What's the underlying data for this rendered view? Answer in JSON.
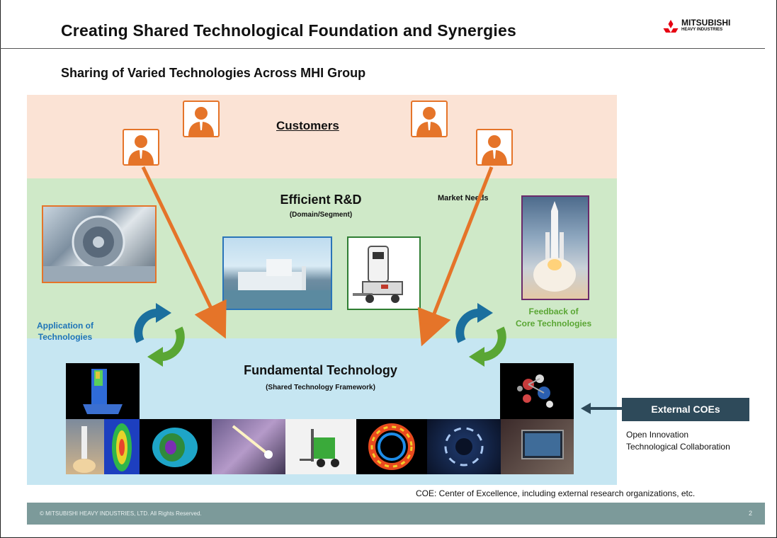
{
  "slide": {
    "title": "Creating Shared Technological Foundation and Synergies",
    "subtitle": "Sharing of Varied Technologies Across MHI Group"
  },
  "logo": {
    "name": "MITSUBISHI",
    "sub": "HEAVY INDUSTRIES",
    "color": "#e60012"
  },
  "diagram": {
    "customers_label": "Customers",
    "rd_title": "Efficient R&D",
    "rd_sub": "(Domain/Segment)",
    "market_needs": "Market Needs",
    "feedback_line1": "Feedback of",
    "feedback_line2": "Core Technologies",
    "application_line1": "Application of",
    "application_line2": "Technologies",
    "fund_title": "Fundamental Technology",
    "fund_sub": "(Shared Technology Framework)",
    "external_coes": "External COEs",
    "open_innovation_line1": "Open Innovation",
    "open_innovation_line2": "Technological Collaboration"
  },
  "colors": {
    "customers_band": "#fbe3d5",
    "rd_band": "#cfe9c8",
    "fund_band": "#c6e6f2",
    "arrow_orange": "#e57429",
    "cycle_blue": "#1b6f9e",
    "cycle_green": "#5aa634",
    "external_box": "#2e4a5a",
    "footer": "#7c9a9a"
  },
  "note": "COE: Center of Excellence, including external research organizations, etc.",
  "footer": {
    "copyright": "© MITSUBISHI HEAVY INDUSTRIES, LTD.  All Rights Reserved.",
    "page": "2"
  }
}
